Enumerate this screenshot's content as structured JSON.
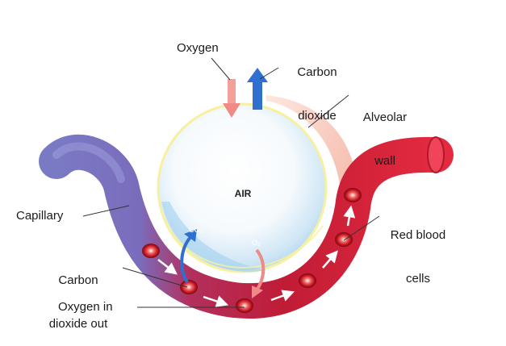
{
  "labels": {
    "oxygen": "Oxygen",
    "carbon_dioxide_line1": "Carbon",
    "carbon_dioxide_line2": "dioxide",
    "alveolar_wall_line1": "Alveolar",
    "alveolar_wall_line2": "wall",
    "capillary": "Capillary",
    "red_blood_cells_line1": "Red blood",
    "red_blood_cells_line2": "cells",
    "carbon_dioxide_out_line1": "Carbon",
    "carbon_dioxide_out_line2": "dioxide out",
    "oxygen_in": "Oxygen in",
    "air": "AIR",
    "co2_symbol": "CO₂",
    "o2_symbol": "O₂"
  },
  "colors": {
    "oxygen_arrow": "#f08a86",
    "co2_arrow": "#2f6fd0",
    "capillary_venous": "#6f6fb8",
    "capillary_arterial": "#e0283a",
    "alveolar_wall": "#f6b8a6",
    "alveolus_fill": "#d9ecf8",
    "red_cell": "#c81a2a"
  }
}
